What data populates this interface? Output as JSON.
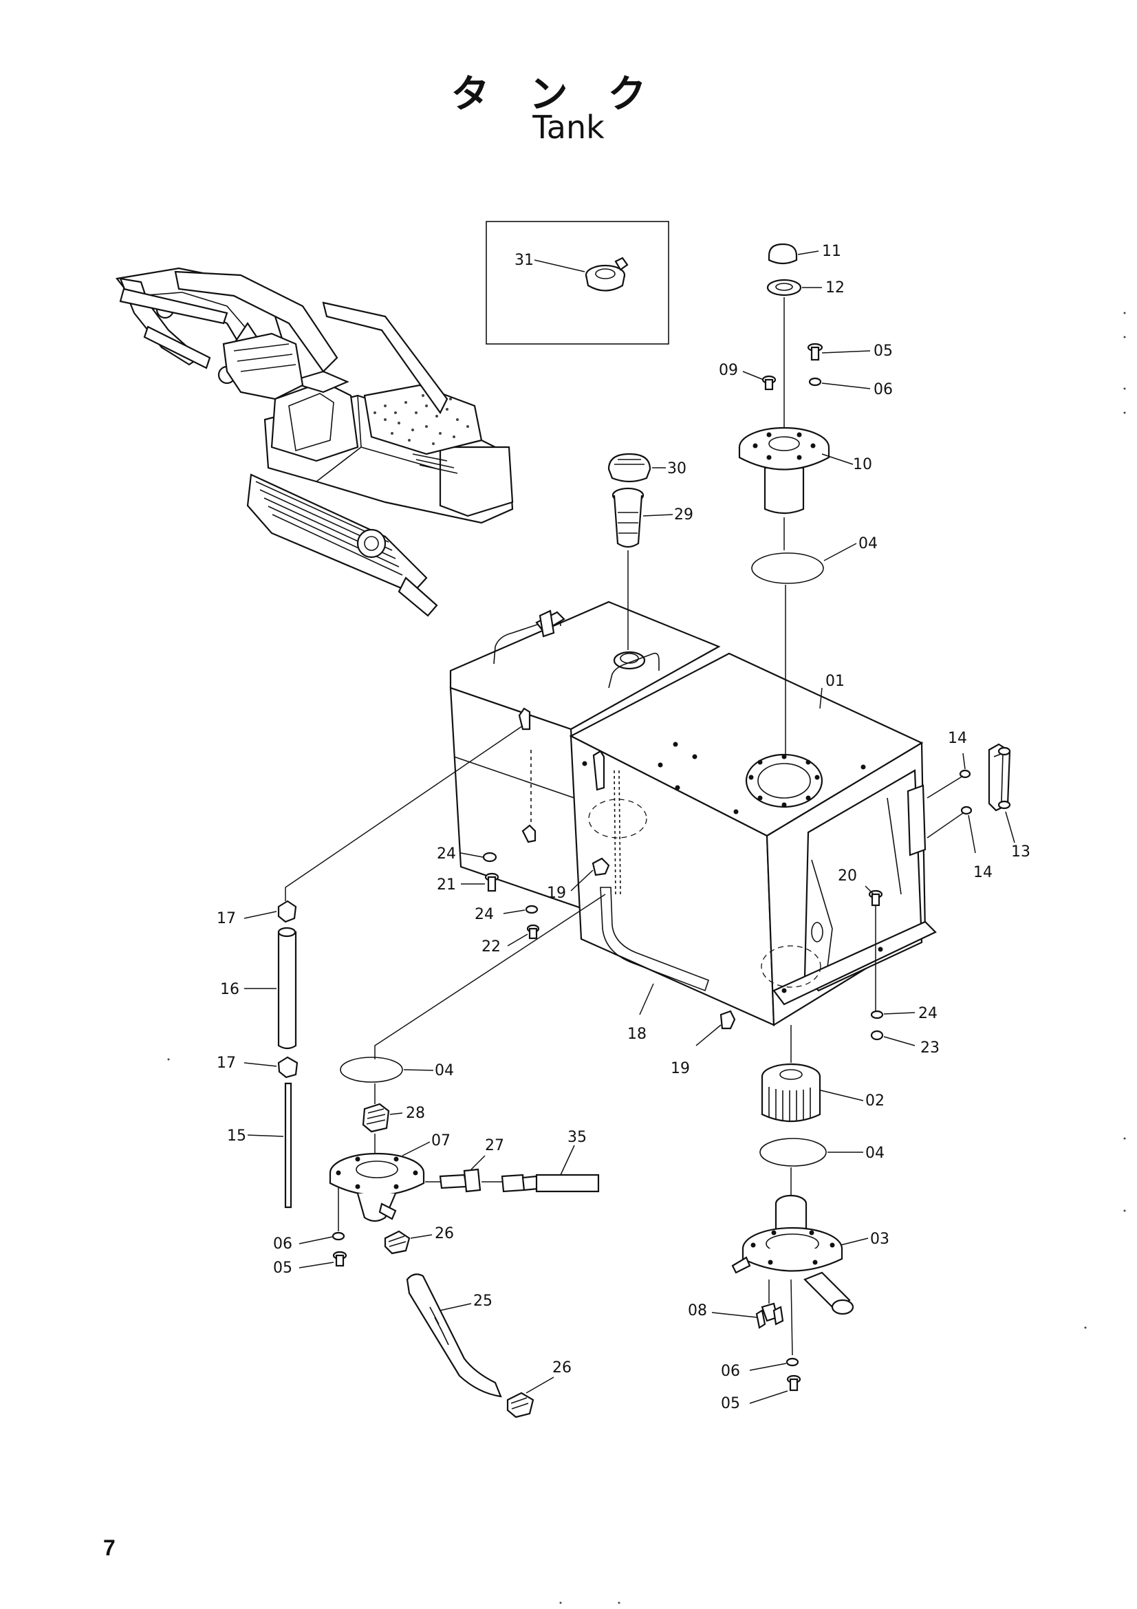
{
  "title": {
    "japanese": "タンク",
    "english": "Tank"
  },
  "page_number": "7",
  "part_labels": [
    "01",
    "02",
    "03",
    "04",
    "04",
    "04",
    "05",
    "05",
    "05",
    "06",
    "06",
    "06",
    "07",
    "08",
    "09",
    "10",
    "11",
    "12",
    "13",
    "14",
    "14",
    "15",
    "16",
    "17",
    "17",
    "18",
    "19",
    "19",
    "20",
    "21",
    "22",
    "23",
    "24",
    "24",
    "24",
    "25",
    "26",
    "26",
    "27",
    "28",
    "29",
    "30",
    "31",
    "35"
  ],
  "illustrations": {
    "main": "hydraulic-tank-assembly",
    "context": "excavator-machine-icon",
    "inset": "cap-alternate-icon"
  }
}
